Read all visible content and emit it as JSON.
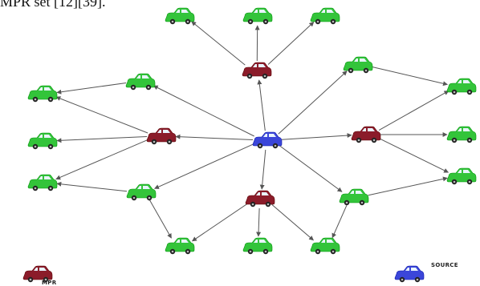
{
  "caption": "MPR set [12][39].",
  "legend": {
    "mpr_label": "MPR",
    "source_label": "SOURCE"
  },
  "colors": {
    "source": "#3b46d9",
    "mpr": "#8b1c2a",
    "neighbor": "#33c43a",
    "arrow": "#555555"
  },
  "cars": [
    {
      "id": "source",
      "role": "source"
    },
    {
      "id": "mpr-top",
      "role": "mpr"
    },
    {
      "id": "mpr-left",
      "role": "mpr"
    },
    {
      "id": "mpr-right",
      "role": "mpr"
    },
    {
      "id": "mpr-bottom",
      "role": "mpr"
    },
    {
      "id": "n-top-1",
      "role": "neighbor"
    },
    {
      "id": "n-top-2",
      "role": "neighbor"
    },
    {
      "id": "n-top-3",
      "role": "neighbor"
    },
    {
      "id": "n-upper-left",
      "role": "neighbor"
    },
    {
      "id": "n-left-1",
      "role": "neighbor"
    },
    {
      "id": "n-left-2",
      "role": "neighbor"
    },
    {
      "id": "n-left-3",
      "role": "neighbor"
    },
    {
      "id": "n-lower-left",
      "role": "neighbor"
    },
    {
      "id": "n-upper-right",
      "role": "neighbor"
    },
    {
      "id": "n-right-1",
      "role": "neighbor"
    },
    {
      "id": "n-right-2",
      "role": "neighbor"
    },
    {
      "id": "n-right-3",
      "role": "neighbor"
    },
    {
      "id": "n-lower-right",
      "role": "neighbor"
    },
    {
      "id": "n-bottom-1",
      "role": "neighbor"
    },
    {
      "id": "n-bottom-2",
      "role": "neighbor"
    },
    {
      "id": "n-bottom-3",
      "role": "neighbor"
    },
    {
      "id": "legend-mpr",
      "role": "mpr"
    },
    {
      "id": "legend-source",
      "role": "source"
    }
  ],
  "links": [
    [
      "source",
      "mpr-top"
    ],
    [
      "source",
      "mpr-left"
    ],
    [
      "source",
      "mpr-right"
    ],
    [
      "source",
      "mpr-bottom"
    ],
    [
      "source",
      "n-upper-left"
    ],
    [
      "source",
      "n-upper-right"
    ],
    [
      "source",
      "n-lower-left"
    ],
    [
      "source",
      "n-lower-right"
    ],
    [
      "mpr-top",
      "n-top-1"
    ],
    [
      "mpr-top",
      "n-top-2"
    ],
    [
      "mpr-top",
      "n-top-3"
    ],
    [
      "mpr-left",
      "n-left-1"
    ],
    [
      "mpr-left",
      "n-left-2"
    ],
    [
      "mpr-left",
      "n-left-3"
    ],
    [
      "n-upper-left",
      "n-left-1"
    ],
    [
      "n-lower-left",
      "n-left-3"
    ],
    [
      "n-lower-left",
      "n-bottom-1"
    ],
    [
      "mpr-right",
      "n-right-1"
    ],
    [
      "mpr-right",
      "n-right-2"
    ],
    [
      "mpr-right",
      "n-right-3"
    ],
    [
      "n-upper-right",
      "n-right-1"
    ],
    [
      "n-lower-right",
      "n-right-3"
    ],
    [
      "n-lower-right",
      "n-bottom-3"
    ],
    [
      "mpr-bottom",
      "n-bottom-1"
    ],
    [
      "mpr-bottom",
      "n-bottom-2"
    ],
    [
      "mpr-bottom",
      "n-bottom-3"
    ]
  ]
}
